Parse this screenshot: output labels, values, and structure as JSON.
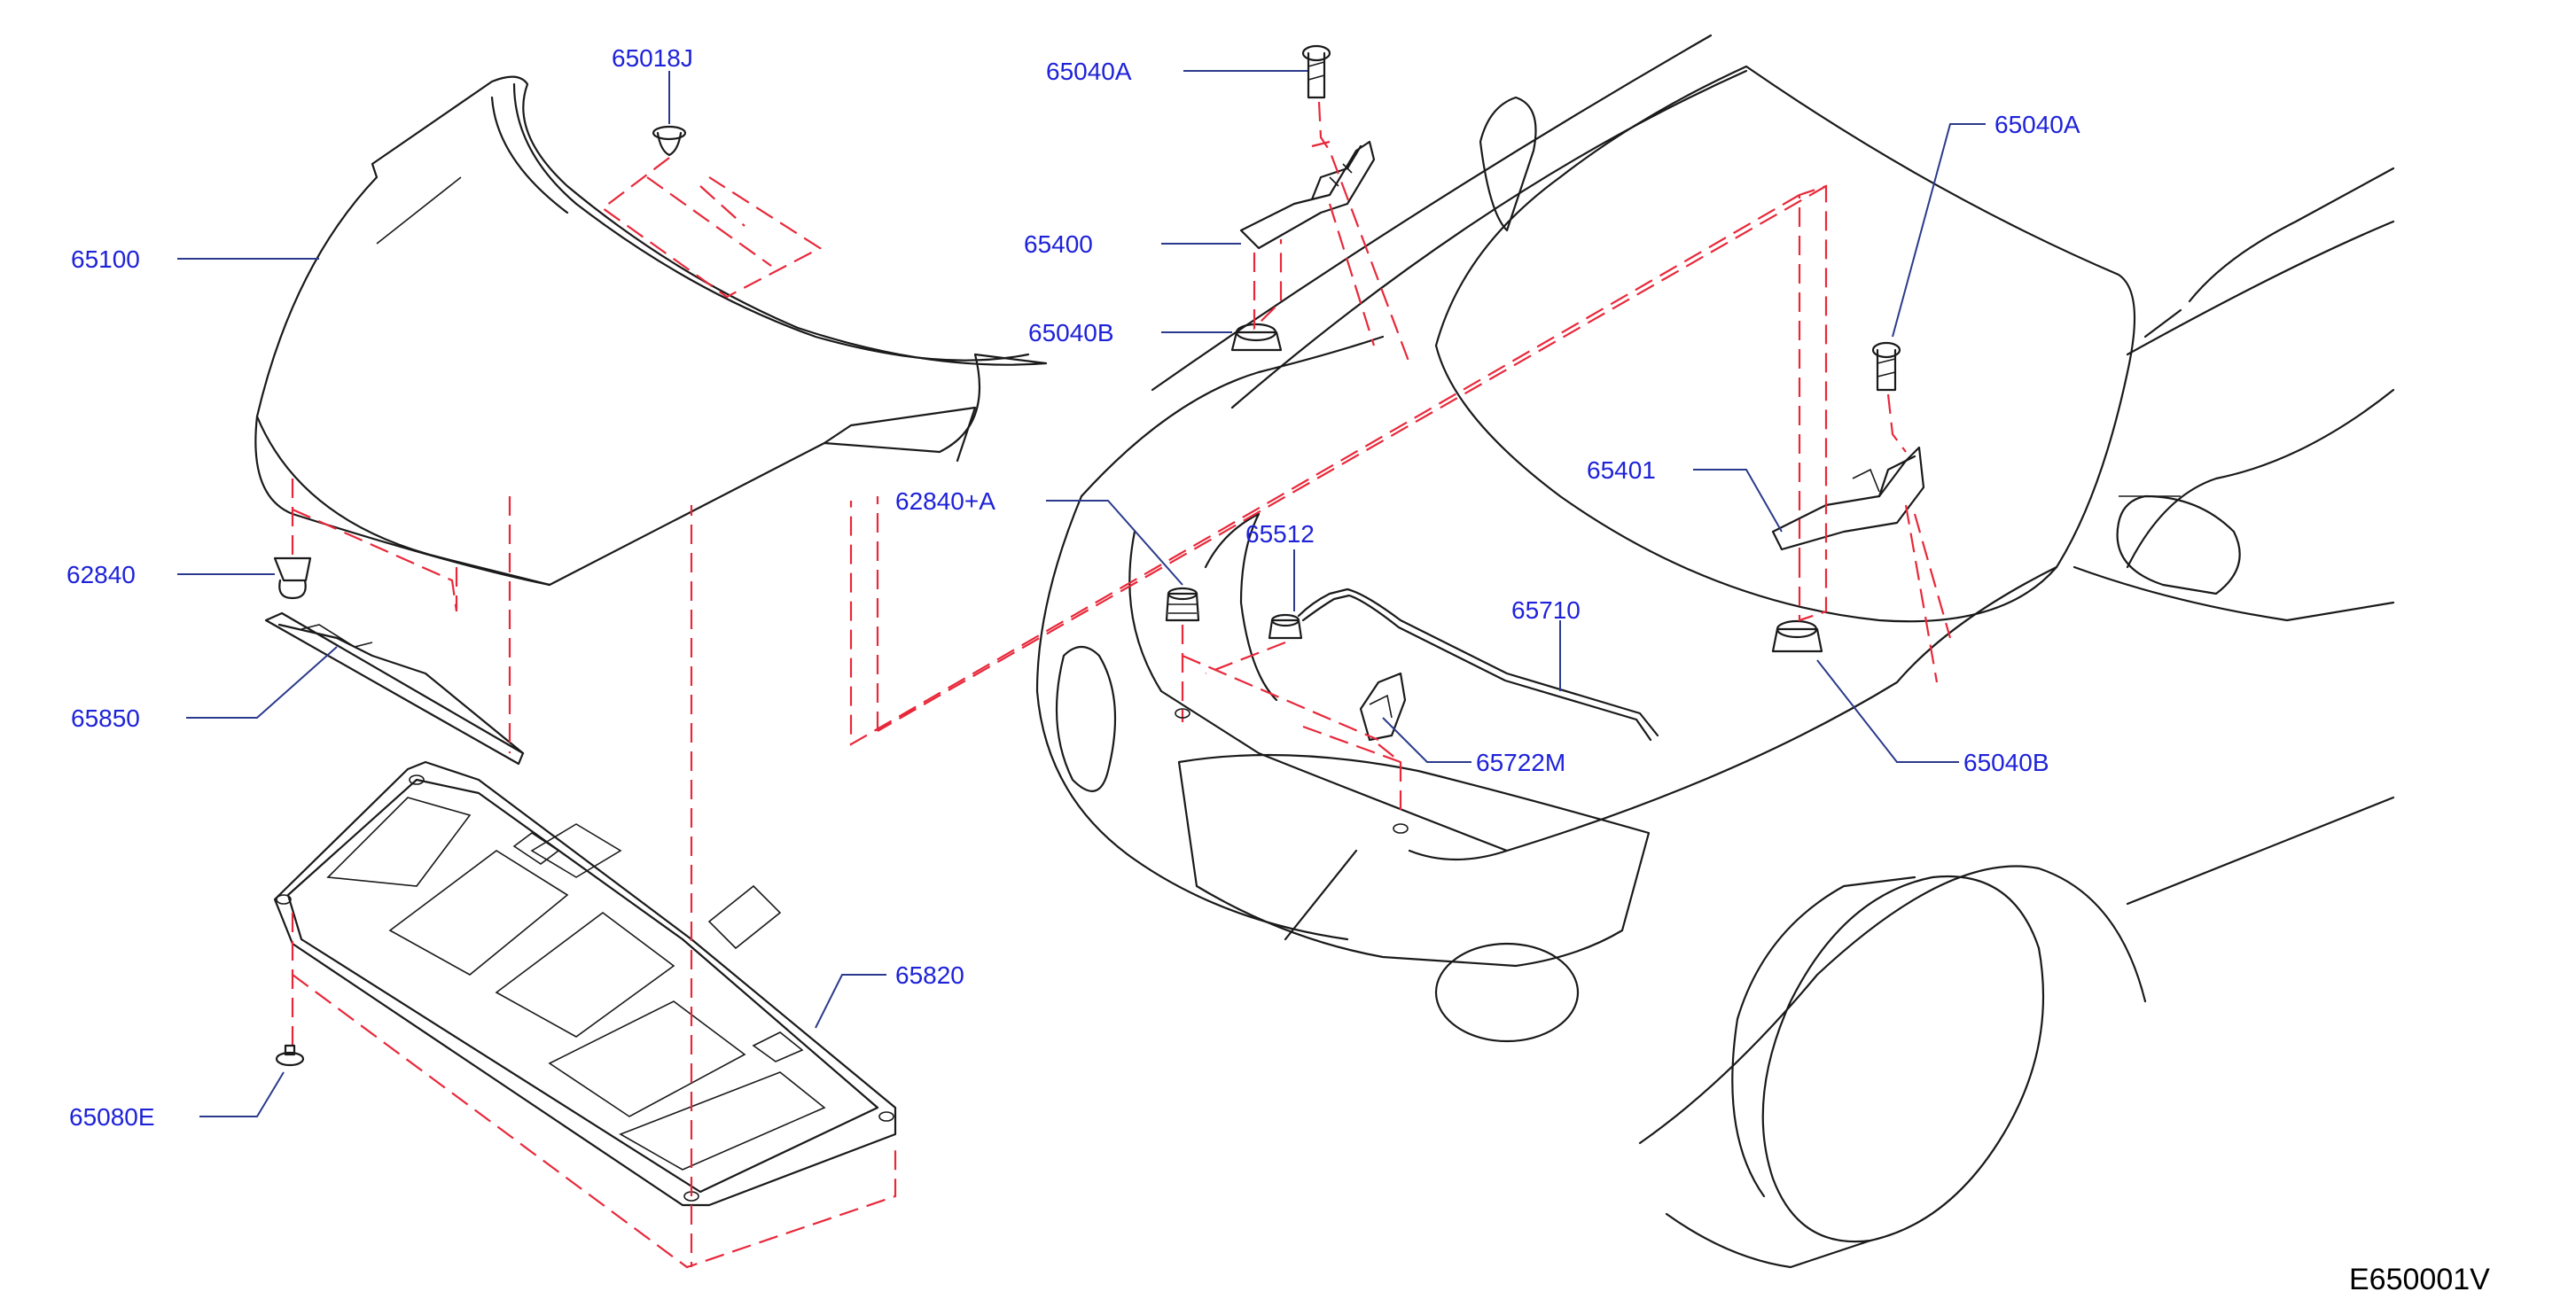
{
  "diagram_code": "E650001V",
  "colors": {
    "label": "#1e22d8",
    "leader": "#2b3a8c",
    "phantom": "#e8283a",
    "line": "#1a1a1a"
  },
  "labels": {
    "l_65018J": "65018J",
    "l_65100": "65100",
    "l_62840": "62840",
    "l_65850": "65850",
    "l_65080E": "65080E",
    "l_65820": "65820",
    "l_65040A_top": "65040A",
    "l_65400": "65400",
    "l_65040B_left": "65040B",
    "l_62840A": "62840+A",
    "l_65512": "65512",
    "l_65040A_right": "65040A",
    "l_65401": "65401",
    "l_65710": "65710",
    "l_65722M": "65722M",
    "l_65040B_right": "65040B"
  }
}
